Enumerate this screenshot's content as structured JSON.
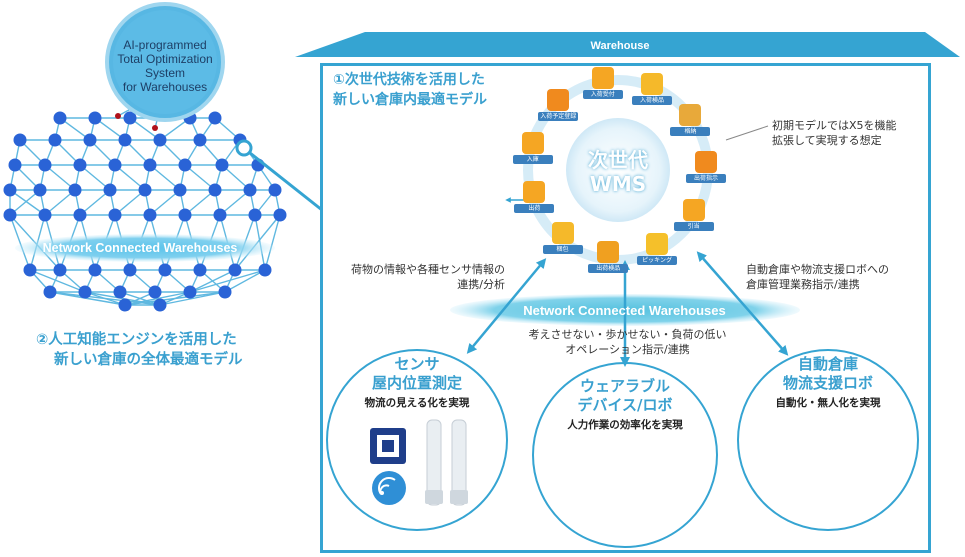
{
  "ai_system": {
    "line1": "AI-programmed",
    "line2": "Total Optimization",
    "line3": "System",
    "line4": "for Warehouses"
  },
  "left_network": {
    "label": "Network Connected Warehouses",
    "model_title_line1": "②人工知能エンジンを活用した",
    "model_title_line2": "新しい倉庫の全体最適モデル"
  },
  "warehouse": {
    "roof_label": "Warehouse",
    "model_title_line1": "①次世代技術を活用した",
    "model_title_line2": "新しい倉庫内最適モデル"
  },
  "wms": {
    "title_line1": "次世代",
    "title_line2": "WMS",
    "items": [
      {
        "label": "入荷受付",
        "color": "#f5a623"
      },
      {
        "label": "入荷検品",
        "color": "#f5b92a"
      },
      {
        "label": "格納",
        "color": "#e8a93a"
      },
      {
        "label": "出荷指示",
        "color": "#f08a1e"
      },
      {
        "label": "引当",
        "color": "#f5a623"
      },
      {
        "label": "ピッキング",
        "color": "#f5c02a"
      },
      {
        "label": "出荷検品",
        "color": "#f0a020"
      },
      {
        "label": "梱包",
        "color": "#f5b92a"
      },
      {
        "label": "出荷",
        "color": "#f5a623"
      },
      {
        "label": "入庫",
        "color": "#f5a623"
      },
      {
        "label": "入荷予定登録",
        "color": "#f08a1e"
      }
    ]
  },
  "notes": {
    "top_right_line1": "初期モデルではX5を機能",
    "top_right_line2": "拡張して実現する想定",
    "left_line1": "荷物の情報や各種センサ情報の",
    "left_line2": "連携/分析",
    "right_line1": "自動倉庫や物流支援ロボへの",
    "right_line2": "倉庫管理業務指示/連携",
    "center_line1": "考えさせない・歩かせない・負荷の低い",
    "center_line2": "オペレーション指示/連携"
  },
  "network_right_label": "Network Connected Warehouses",
  "circles": {
    "sensor": {
      "title_line1": "センサ",
      "title_line2": "屋内位置測定",
      "subtitle": "物流の見える化を実現"
    },
    "wearable": {
      "title_line1": "ウェアラブル",
      "title_line2": "デバイス/ロボ",
      "subtitle": "人力作業の効率化を実現"
    },
    "auto": {
      "title_line1": "自動倉庫",
      "title_line2": "物流支援ロボ",
      "subtitle": "自動化・無人化を実現"
    }
  },
  "colors": {
    "accent": "#35a4d2",
    "node": "#2a63d6",
    "red_node": "#b0121b",
    "title_blue": "#3aa0cf"
  }
}
